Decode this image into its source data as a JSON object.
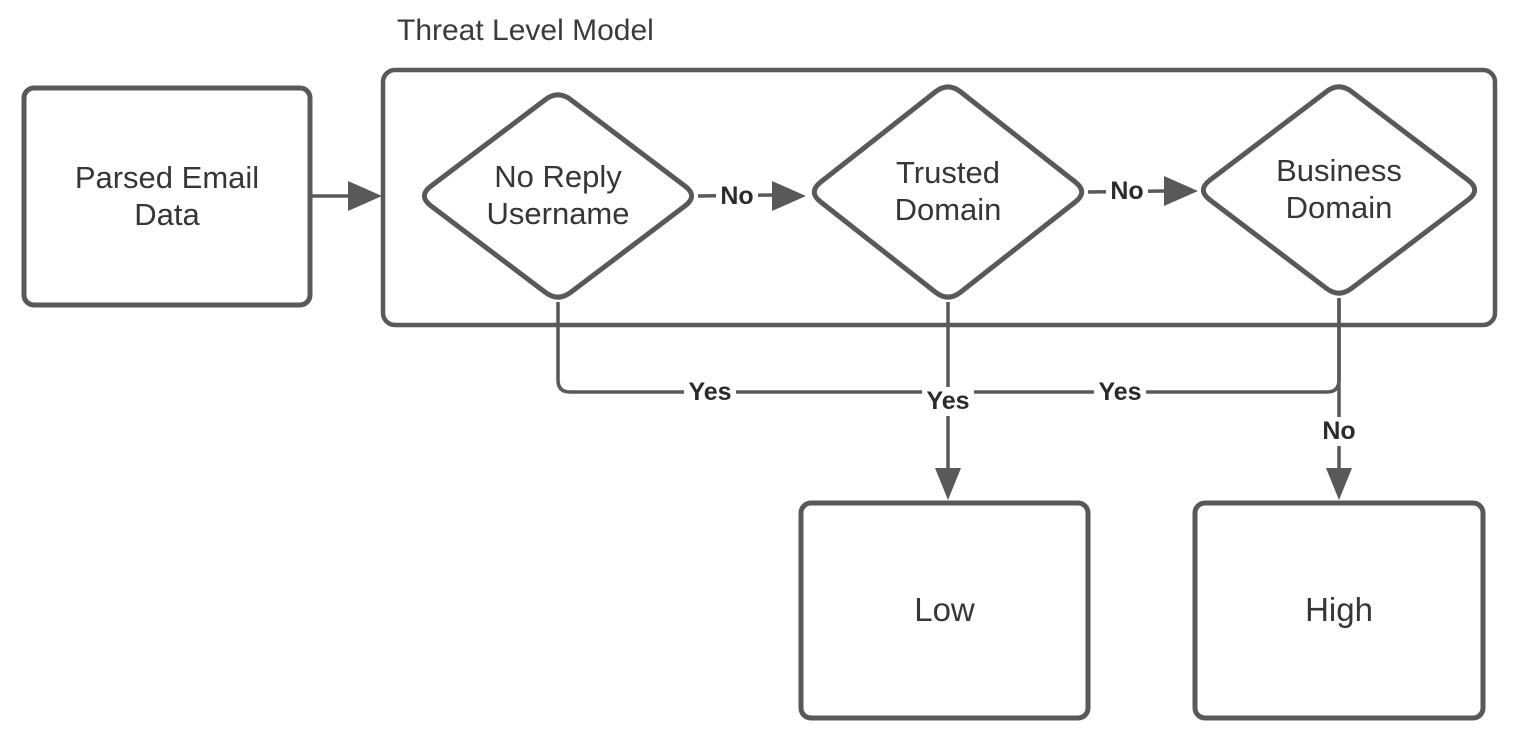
{
  "title": "Threat Level Model",
  "nodes": {
    "parsed_email": {
      "label": "Parsed Email Data",
      "type": "process"
    },
    "no_reply": {
      "label": "No Reply Username",
      "type": "decision"
    },
    "trusted_domain": {
      "label": "Trusted Domain",
      "type": "decision"
    },
    "business_domain": {
      "label": "Business Domain",
      "type": "decision"
    },
    "low": {
      "label": "Low",
      "type": "result"
    },
    "high": {
      "label": "High",
      "type": "result"
    }
  },
  "edge_labels": {
    "no_reply_no": "No",
    "trusted_domain_no": "No",
    "no_reply_yes": "Yes",
    "trusted_domain_yes": "Yes",
    "business_domain_yes": "Yes",
    "business_domain_no": "No"
  },
  "colors": {
    "stroke": "#595959",
    "node_text": "#363636",
    "edge_label_text": "#2b2b2b",
    "background": "#ffffff"
  }
}
